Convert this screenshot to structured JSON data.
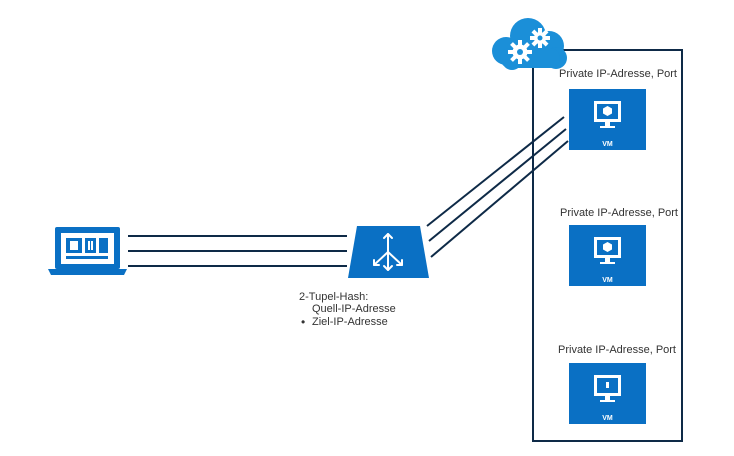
{
  "colors": {
    "azure_blue": "#0a70c4",
    "line_navy": "#0e2a47",
    "cloud_blue": "#1b8fd8"
  },
  "icons": [
    "cloud-gear-icon",
    "laptop-icon",
    "load-balancer-icon",
    "vm-icon"
  ],
  "vms": [
    {
      "label": "Private IP-Adresse, Port",
      "badge": "VM"
    },
    {
      "label": "Private IP-Adresse, Port",
      "badge": "VM"
    },
    {
      "label": "Private IP-Adresse, Port",
      "badge": "VM"
    }
  ],
  "hash": {
    "title": "2-Tupel-Hash:",
    "items": [
      "Quell-IP-Adresse",
      "Ziel-IP-Adresse"
    ]
  }
}
